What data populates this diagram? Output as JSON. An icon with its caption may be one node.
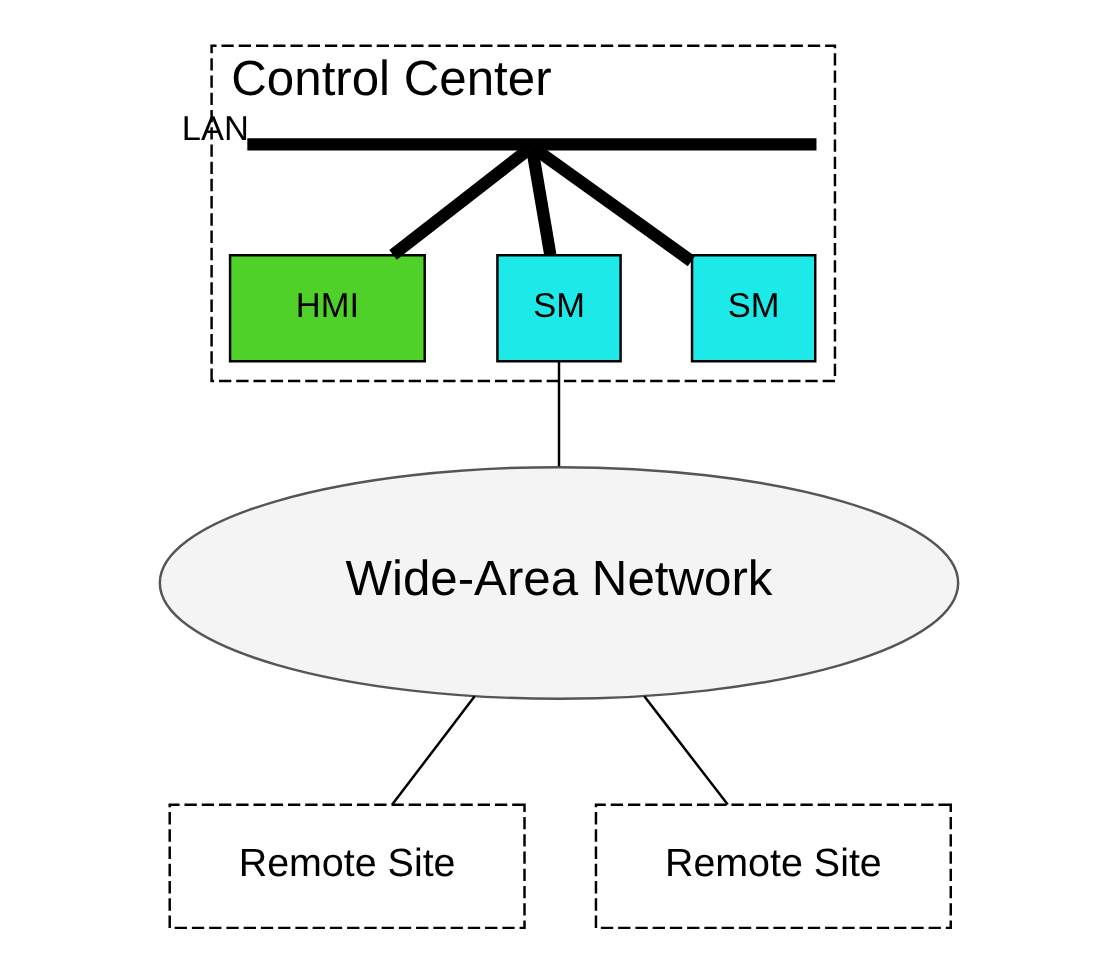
{
  "diagram": {
    "nodes": [
      {
        "text": [
          "Control Center"
        ]
      },
      {
        "text": [],
        "shape": "bar",
        "beside": [
          "LAN"
        ],
        "in": 0
      },
      {
        "text": [
          "HMI"
        ],
        "in": 0
      },
      {
        "text": [
          "SM"
        ],
        "in": 0
      },
      {
        "text": [
          "SM"
        ],
        "in": 0
      },
      {
        "text": [
          "Wide-Area Network"
        ]
      },
      {
        "text": [
          "Remote Site"
        ]
      },
      {
        "text": [
          "Remote Site"
        ]
      }
    ],
    "edges": [
      {
        "from": 1,
        "to": 2,
        "arrow": "none",
        "style": "thick"
      },
      {
        "from": 1,
        "to": 3,
        "arrow": "none",
        "style": "thick"
      },
      {
        "from": 1,
        "to": 4,
        "arrow": "none",
        "style": "thick"
      },
      {
        "from": 3,
        "to": 5,
        "arrow": "none"
      },
      {
        "from": 5,
        "to": 6,
        "arrow": "none"
      },
      {
        "from": 5,
        "to": 7,
        "arrow": "none"
      }
    ]
  }
}
